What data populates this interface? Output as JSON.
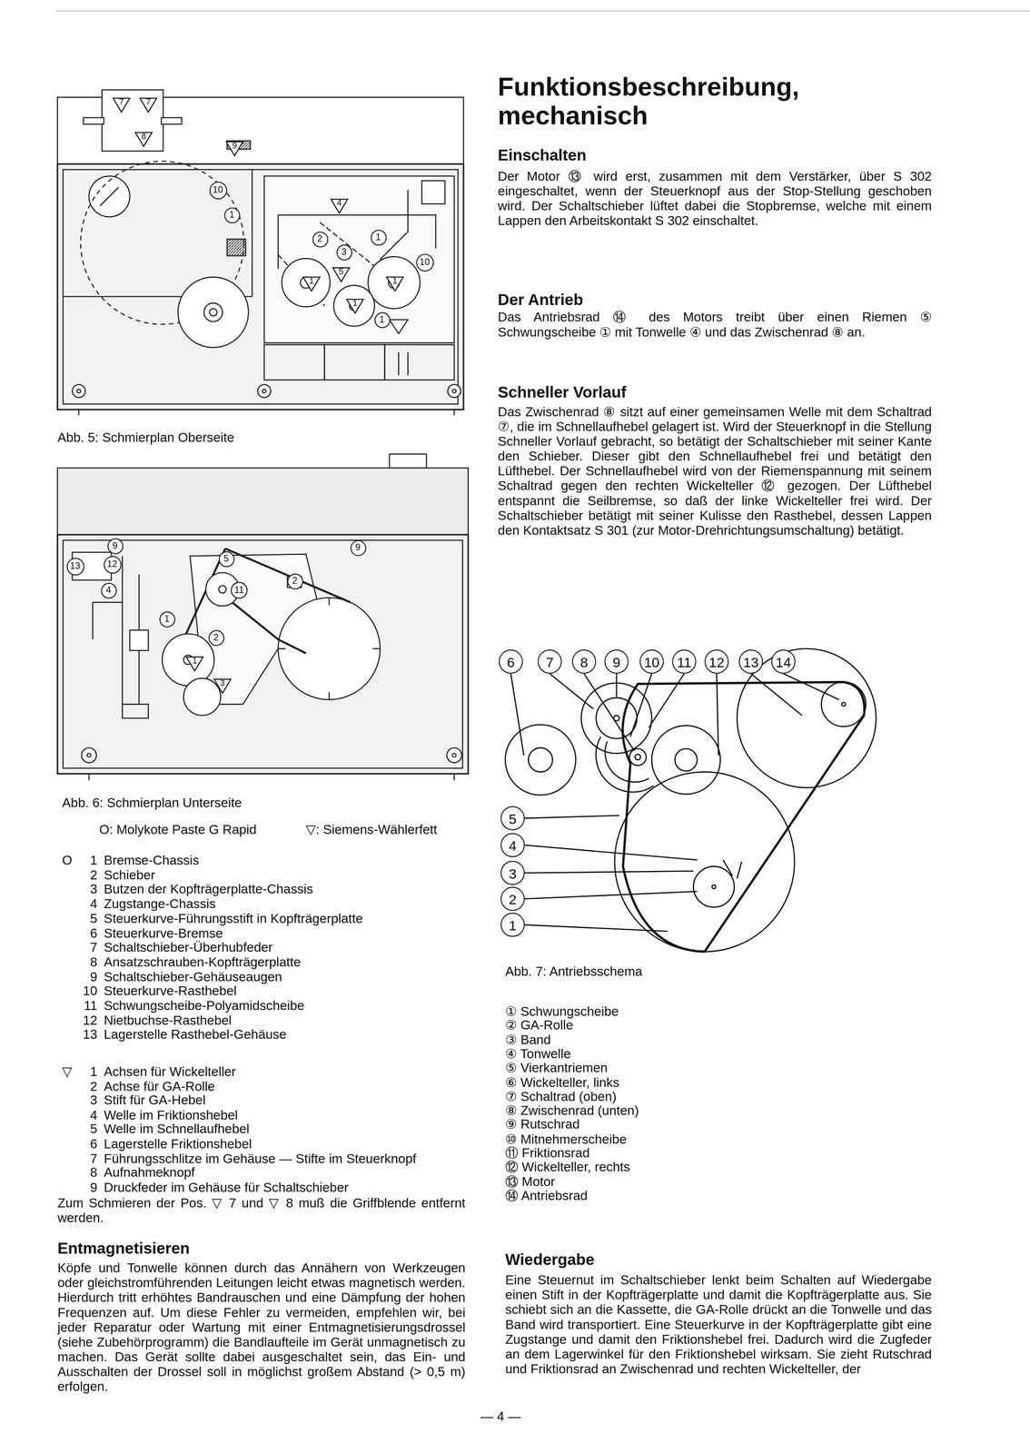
{
  "diagram": {
    "title": "Funktionsbeschreibung, mechanisch",
    "nodes": [
      {
        "text": [
          "7"
        ]
      },
      {
        "text": [
          "7"
        ]
      },
      {
        "text": [
          "8"
        ]
      },
      {
        "text": [
          "9"
        ]
      },
      {
        "text": [
          "10"
        ]
      },
      {
        "text": [
          "1"
        ]
      },
      {
        "text": [
          "4"
        ]
      },
      {
        "text": [
          "2"
        ]
      },
      {
        "text": [
          "3"
        ]
      },
      {
        "text": [
          "1"
        ]
      },
      {
        "text": [
          "10"
        ]
      },
      {
        "text": [
          "5"
        ]
      },
      {
        "text": [
          "1"
        ]
      },
      {
        "text": [
          "1"
        ]
      },
      {
        "text": [
          "1"
        ]
      },
      {
        "text": [
          "1"
        ]
      },
      {
        "text": [
          "9"
        ]
      },
      {
        "text": [
          "13"
        ]
      },
      {
        "text": [
          "12"
        ]
      },
      {
        "text": [
          "5"
        ]
      },
      {
        "text": [
          "9"
        ]
      },
      {
        "text": [
          "4"
        ]
      },
      {
        "text": [
          "11"
        ]
      },
      {
        "text": [
          "2"
        ]
      },
      {
        "text": [
          "1"
        ]
      },
      {
        "text": [
          "2"
        ]
      },
      {
        "text": [
          "1"
        ]
      },
      {
        "text": [
          "3"
        ]
      },
      {
        "text": [
          "6"
        ]
      },
      {
        "text": [
          "7"
        ]
      },
      {
        "text": [
          "8"
        ]
      },
      {
        "text": [
          "9"
        ]
      },
      {
        "text": [
          "10"
        ]
      },
      {
        "text": [
          "11"
        ]
      },
      {
        "text": [
          "12"
        ]
      },
      {
        "text": [
          "13"
        ]
      },
      {
        "text": [
          "14"
        ]
      },
      {
        "text": [
          "5"
        ]
      },
      {
        "text": [
          "4"
        ]
      },
      {
        "text": [
          "3"
        ]
      },
      {
        "text": [
          "2"
        ]
      },
      {
        "text": [
          "1"
        ]
      }
    ],
    "labels": [
      "Abb. 5: Schmierplan Oberseite",
      "Abb. 6: Schmierplan Unterseite",
      "O: Molykote Paste G Rapid",
      "▽: Siemens-Wählerfett",
      "O",
      "1",
      "Bremse-Chassis",
      "2",
      "Schieber",
      "3",
      "Butzen der Kopfträgerplatte-Chassis",
      "4",
      "Zugstange-Chassis",
      "5",
      "Steuerkurve-Führungsstift in Kopfträgerplatte",
      "6",
      "Steuerkurve-Bremse",
      "7",
      "Schaltschieber-Überhubfeder",
      "8",
      "Ansatzschrauben-Kopfträgerplatte",
      "9",
      "Schaltschieber-Gehäuseaugen",
      "10",
      "Steuerkurve-Rasthebel",
      "11",
      "Schwungscheibe-Polyamidscheibe",
      "12",
      "Nietbuchse-Rasthebel",
      "13",
      "Lagerstelle Rasthebel-Gehäuse",
      "▽",
      "1",
      "Achsen für Wickelteller",
      "2",
      "Achse für GA-Rolle",
      "3",
      "Stift für GA-Hebel",
      "4",
      "Welle im Friktionshebel",
      "5",
      "Welle im Schnellaufhebel",
      "6",
      "Lagerstelle Friktionshebel",
      "7",
      "Führungsschlitze im Gehäuse — Stifte im Steuerknopf",
      "8",
      "Aufnahmeknopf",
      "9",
      "Druckfeder im Gehäuse für Schaltschieber",
      "Zum Schmieren der Pos. ▽ 7 und ▽ 8 muß die Griffblende entfernt werden.",
      "Entmagnetisieren",
      "Köpfe und Tonwelle können durch das Annähern von Werkzeugen oder gleichstromführenden Leitungen leicht etwas magnetisch werden. Hierdurch tritt erhöhtes Bandrauschen und eine Dämpfung der hohen Frequenzen auf. Um diese Fehler zu vermeiden, empfehlen wir, bei jeder Reparatur oder Wartung mit einer Entmagnetisierungsdrossel (siehe Zubehörprogramm) die Bandlaufteile im Gerät unmagnetisch zu machen. Das Gerät sollte dabei ausgeschaltet sein, das Ein- und Ausschalten der Drossel soll in möglichst großem Abstand (> 0,5 m) erfolgen.",
      "Einschalten",
      "Der Motor ⑬ wird erst, zusammen mit dem Verstärker, über S 302 eingeschaltet, wenn der Steuerknopf aus der Stop-Stellung geschoben wird. Der Schaltschieber lüftet dabei die Stopbremse, welche mit einem Lappen den Arbeitskontakt S 302 einschaltet.",
      "Der Antrieb",
      "Das Antriebsrad ⑭ des Motors treibt über einen Riemen ⑤ Schwungscheibe ① mit Tonwelle ④ und das Zwischenrad ⑧ an.",
      "Schneller Vorlauf",
      "Das Zwischenrad ⑧ sitzt auf einer gemeinsamen Welle mit dem Schaltrad ⑦, die im Schnellaufhebel gelagert ist. Wird der Steuerknopf in die Stellung Schneller Vorlauf gebracht, so betätigt der Schaltschieber mit seiner Kante den Schieber. Dieser gibt den Schnellaufhebel frei und betätigt den Lüfthebel. Der Schnellaufhebel wird von der Riemenspannung mit seinem Schaltrad gegen den rechten Wickelteller ⑫ gezogen. Der Lüfthebel entspannt die Seilbremse, so daß der linke Wickelteller frei wird. Der Schaltschieber betätigt mit seiner Kulisse den Rasthebel, dessen Lappen den Kontaktsatz S 301 (zur Motor-Drehrichtungsumschaltung) betätigt.",
      "Abb. 7: Antriebsschema",
      "① Schwungscheibe",
      "② GA-Rolle",
      "③ Band",
      "④ Tonwelle",
      "⑤ Vierkantriemen",
      "⑥ Wickelteller, links",
      "⑦ Schaltrad (oben)",
      "⑧ Zwischenrad (unten)",
      "⑨ Rutschrad",
      "⑩ Mitnehmerscheibe",
      "⑪ Friktionsrad",
      "⑫ Wickelteller, rechts",
      "⑬ Motor",
      "⑭ Antriebsrad",
      "Wiedergabe",
      "Eine Steuernut im Schaltschieber lenkt beim Schalten auf Wiedergabe einen Stift in der Kopfträgerplatte und damit die Kopfträgerplatte aus. Sie schiebt sich an die Kassette, die GA-Rolle drückt an die Tonwelle und das Band wird transportiert. Eine Steuerkurve in der Kopfträgerplatte gibt eine Zugstange und damit den Friktionshebel frei. Dadurch wird die Zugfeder an dem Lagerwinkel für den Friktionshebel wirksam. Sie zieht Rutschrad und Friktionsrad an Zwischenrad und rechten Wickelteller, der",
      "— 4 —"
    ]
  }
}
